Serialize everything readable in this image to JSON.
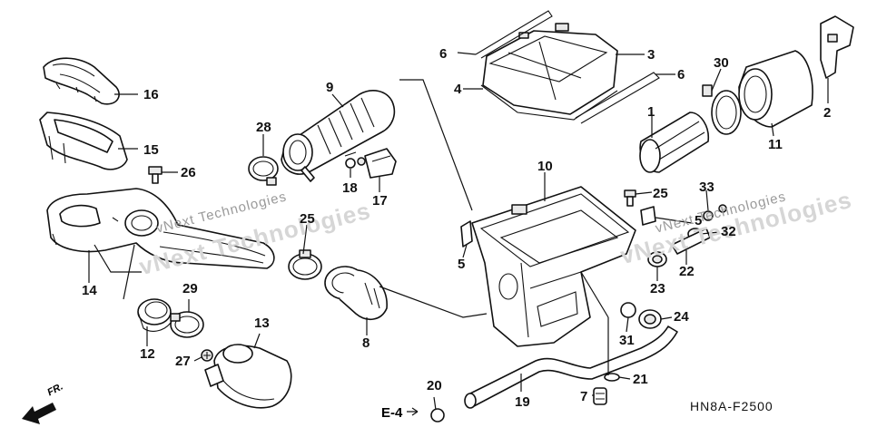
{
  "diagram": {
    "code": "HN8A-F2500",
    "reference": "E-4",
    "front_label": "FR.",
    "watermark": "vNext Technologies",
    "callouts": [
      {
        "id": "1",
        "label": "1"
      },
      {
        "id": "2",
        "label": "2"
      },
      {
        "id": "3",
        "label": "3"
      },
      {
        "id": "4",
        "label": "4"
      },
      {
        "id": "5a",
        "label": "5"
      },
      {
        "id": "5b",
        "label": "5"
      },
      {
        "id": "6a",
        "label": "6"
      },
      {
        "id": "6b",
        "label": "6"
      },
      {
        "id": "7",
        "label": "7"
      },
      {
        "id": "8",
        "label": "8"
      },
      {
        "id": "9",
        "label": "9"
      },
      {
        "id": "10",
        "label": "10"
      },
      {
        "id": "11",
        "label": "11"
      },
      {
        "id": "12",
        "label": "12"
      },
      {
        "id": "13",
        "label": "13"
      },
      {
        "id": "14",
        "label": "14"
      },
      {
        "id": "15",
        "label": "15"
      },
      {
        "id": "16",
        "label": "16"
      },
      {
        "id": "17",
        "label": "17"
      },
      {
        "id": "18",
        "label": "18"
      },
      {
        "id": "19",
        "label": "19"
      },
      {
        "id": "20",
        "label": "20"
      },
      {
        "id": "21",
        "label": "21"
      },
      {
        "id": "22",
        "label": "22"
      },
      {
        "id": "23",
        "label": "23"
      },
      {
        "id": "24",
        "label": "24"
      },
      {
        "id": "25a",
        "label": "25"
      },
      {
        "id": "25b",
        "label": "25"
      },
      {
        "id": "26",
        "label": "26"
      },
      {
        "id": "27",
        "label": "27"
      },
      {
        "id": "28",
        "label": "28"
      },
      {
        "id": "29",
        "label": "29"
      },
      {
        "id": "30",
        "label": "30"
      },
      {
        "id": "31",
        "label": "31"
      },
      {
        "id": "32",
        "label": "32"
      },
      {
        "id": "33",
        "label": "33"
      }
    ]
  }
}
